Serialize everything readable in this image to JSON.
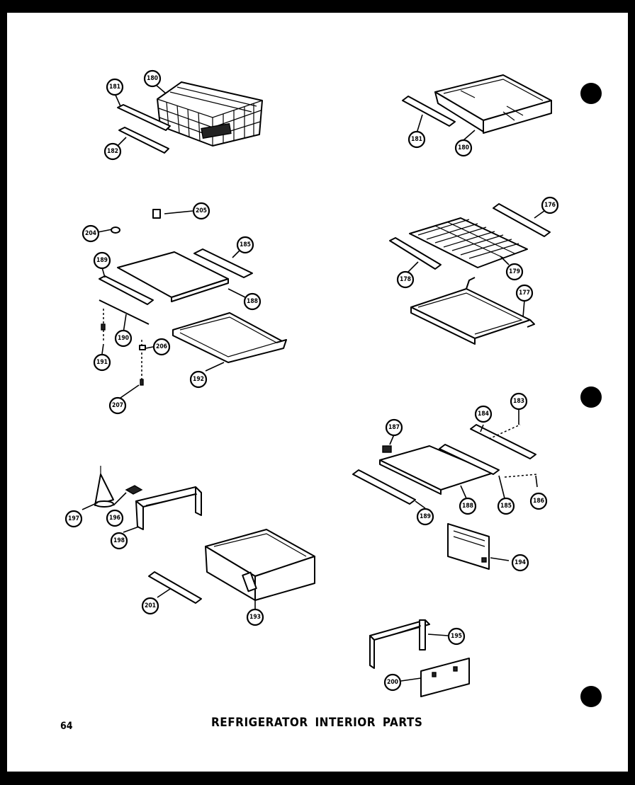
{
  "page": {
    "number": "64",
    "title": "REFRIGERATOR INTERIOR  PARTS"
  },
  "callouts": [
    {
      "id": "c1",
      "label": "181"
    },
    {
      "id": "c2",
      "label": "180"
    },
    {
      "id": "c3",
      "label": "182"
    },
    {
      "id": "c4",
      "label": "181"
    },
    {
      "id": "c5",
      "label": "180"
    },
    {
      "id": "c6",
      "label": "205"
    },
    {
      "id": "c7",
      "label": "204"
    },
    {
      "id": "c8",
      "label": "185"
    },
    {
      "id": "c9",
      "label": "189"
    },
    {
      "id": "c10",
      "label": "188"
    },
    {
      "id": "c11",
      "label": "190"
    },
    {
      "id": "c12",
      "label": "206"
    },
    {
      "id": "c13",
      "label": "191"
    },
    {
      "id": "c14",
      "label": "192"
    },
    {
      "id": "c15",
      "label": "207"
    },
    {
      "id": "c16",
      "label": "176"
    },
    {
      "id": "c17",
      "label": "178"
    },
    {
      "id": "c18",
      "label": "179"
    },
    {
      "id": "c19",
      "label": "177"
    },
    {
      "id": "c20",
      "label": "184"
    },
    {
      "id": "c21",
      "label": "183"
    },
    {
      "id": "c22",
      "label": "187"
    },
    {
      "id": "c23",
      "label": "189"
    },
    {
      "id": "c24",
      "label": "188"
    },
    {
      "id": "c25",
      "label": "185"
    },
    {
      "id": "c26",
      "label": "186"
    },
    {
      "id": "c27",
      "label": "197"
    },
    {
      "id": "c28",
      "label": "196"
    },
    {
      "id": "c29",
      "label": "198"
    },
    {
      "id": "c30",
      "label": "194"
    },
    {
      "id": "c31",
      "label": "201"
    },
    {
      "id": "c32",
      "label": "193"
    },
    {
      "id": "c33",
      "label": "195"
    },
    {
      "id": "c34",
      "label": "200"
    }
  ]
}
